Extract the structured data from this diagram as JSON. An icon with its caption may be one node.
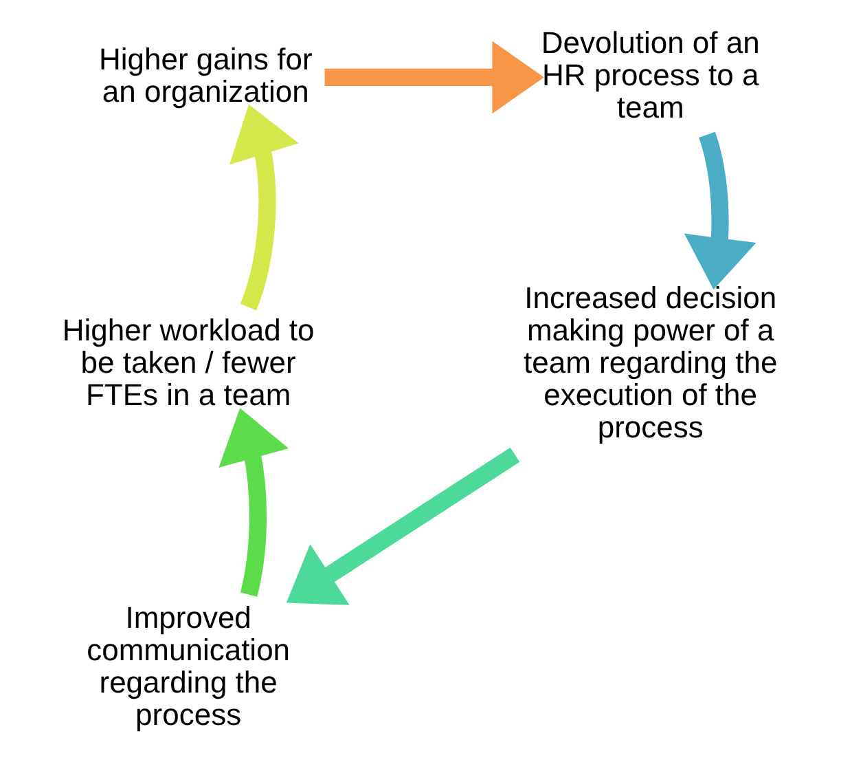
{
  "diagram": {
    "nodes": [
      {
        "text": [
          "Higher gains for an organization"
        ]
      },
      {
        "text": [
          "Devolution of an HR process to a team"
        ]
      },
      {
        "text": [
          "Increased decision making power of a team regarding the execution of the process"
        ]
      },
      {
        "text": [
          "Improved communication regarding the process"
        ]
      },
      {
        "text": [
          "Higher workload to be taken / fewer FTEs in a team"
        ]
      }
    ],
    "edges": [
      {
        "from": 0,
        "to": 1,
        "arrow": "to",
        "color": "#f79646"
      },
      {
        "from": 1,
        "to": 2,
        "arrow": "to",
        "color": "#4bacc6"
      },
      {
        "from": 2,
        "to": 3,
        "arrow": "to",
        "color": "#4dd99a"
      },
      {
        "from": 3,
        "to": 4,
        "arrow": "to",
        "color": "#5cdc4a"
      },
      {
        "from": 4,
        "to": 0,
        "arrow": "to",
        "color": "#d4e84a"
      }
    ]
  }
}
